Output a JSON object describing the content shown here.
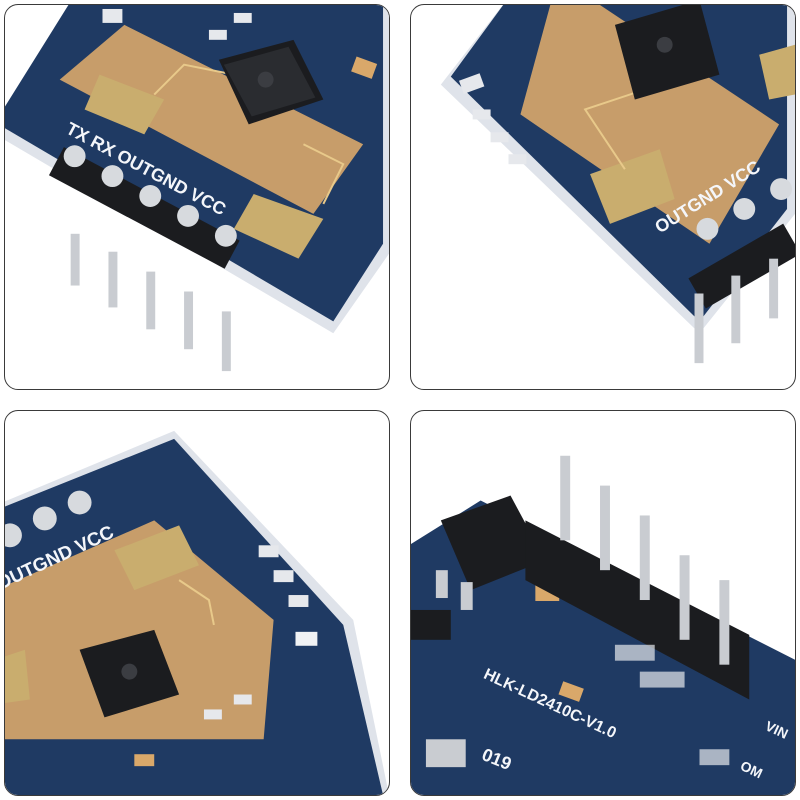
{
  "colors": {
    "pcb_blue": "#1f3a63",
    "pcb_edge": "#dfe3ea",
    "copper_pad": "#d9a86a",
    "gold_antenna": "#c9ad6e",
    "chip_black": "#1b1c1f",
    "pin_metal": "#c9ccd1"
  },
  "silkscreen": {
    "pin_labels": "TX RX OUTGND VCC",
    "pin_labels_top": "OUTGND VCC",
    "pin_labels_bl": "OUTGND VCC",
    "model": "HLK-LD2410C-V1.0",
    "serial": "019",
    "vin": "VIN",
    "om": "OM"
  }
}
